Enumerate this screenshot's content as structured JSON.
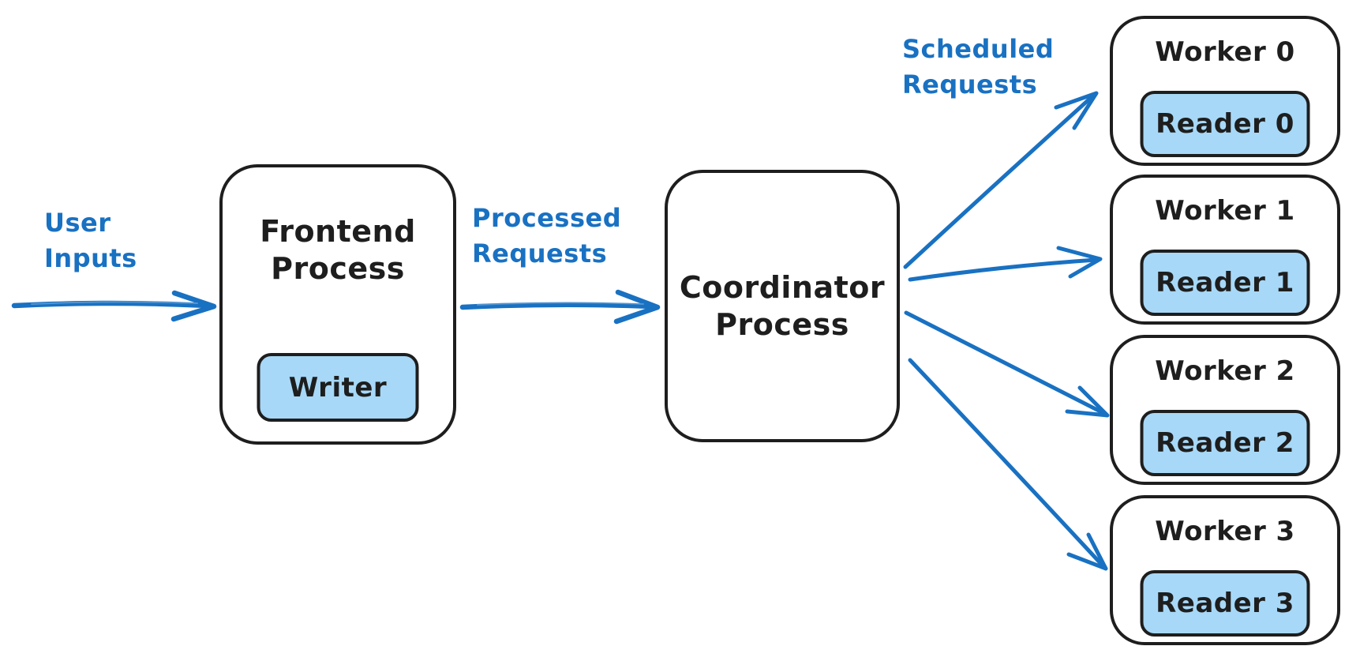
{
  "canvas": {
    "background": "#ffffff"
  },
  "colors": {
    "accent_blue": "#1971c2",
    "light_blue_fill": "#a7d8f7",
    "ink_black": "#1e1e1e"
  },
  "annotations": {
    "user_inputs": "User Inputs",
    "processed_requests": "Processed Requests",
    "scheduled_requests": "Scheduled Requests"
  },
  "nodes": {
    "frontend": {
      "title": "Frontend Process",
      "child": "Writer"
    },
    "coordinator": {
      "title": "Coordinator Process"
    },
    "workers": [
      {
        "label": "Worker 0",
        "reader": "Reader 0"
      },
      {
        "label": "Worker 1",
        "reader": "Reader 1"
      },
      {
        "label": "Worker 2",
        "reader": "Reader 2"
      },
      {
        "label": "Worker 3",
        "reader": "Reader 3"
      }
    ]
  },
  "edges": [
    {
      "name": "user-inputs-arrow",
      "to": "frontend"
    },
    {
      "name": "processed-requests-arrow",
      "from": "frontend",
      "to": "coordinator"
    },
    {
      "name": "scheduled-requests-arrow-0",
      "from": "coordinator",
      "to": "worker-0"
    },
    {
      "name": "scheduled-requests-arrow-1",
      "from": "coordinator",
      "to": "worker-1"
    },
    {
      "name": "scheduled-requests-arrow-2",
      "from": "coordinator",
      "to": "worker-2"
    },
    {
      "name": "scheduled-requests-arrow-3",
      "from": "coordinator",
      "to": "worker-3"
    }
  ]
}
